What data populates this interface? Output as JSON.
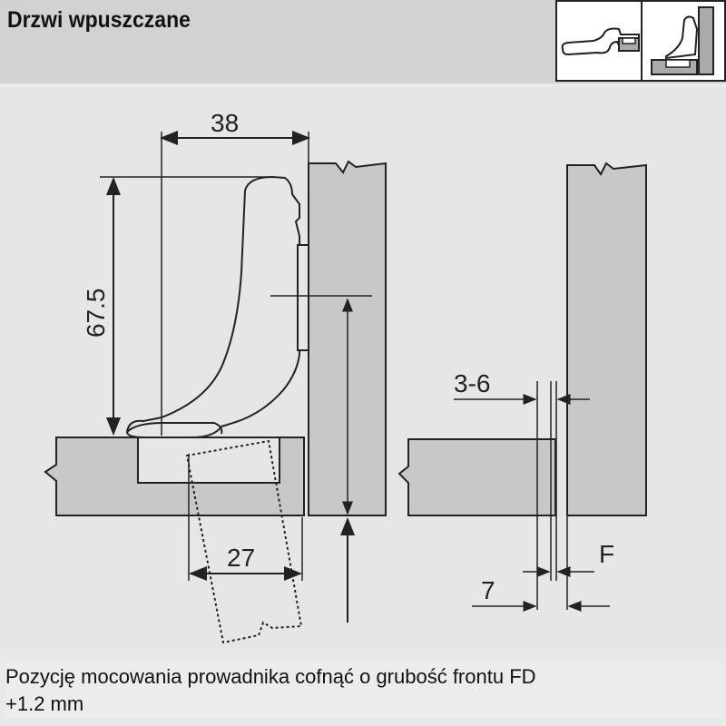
{
  "header": {
    "title": "Drzwi wpuszczane"
  },
  "icons": [
    "hinge-side-view-icon",
    "hinge-inset-door-icon"
  ],
  "dimensions": {
    "width_38": "38",
    "height_67_5": "67.5",
    "depth_27": "27",
    "gap_3_6": "3-6",
    "label_f": "F",
    "offset_7": "7"
  },
  "note": {
    "line1": "Pozycję mocowania prowadnika cofnąć o grubość frontu FD",
    "line2": "+1.2 mm"
  },
  "colors": {
    "part_fill": "#c8c8c8",
    "line": "#222222"
  }
}
